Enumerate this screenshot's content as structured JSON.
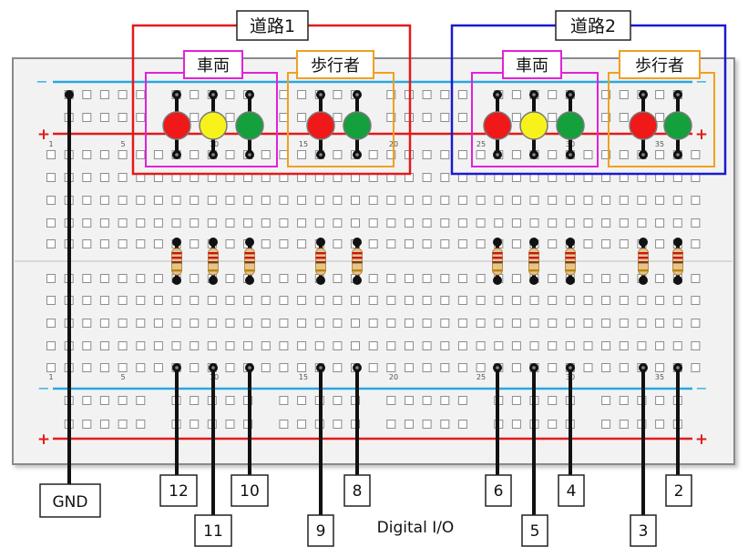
{
  "groups": [
    {
      "id": "road1",
      "title": "道路1",
      "color": "#e21a1a"
    },
    {
      "id": "road2",
      "title": "道路2",
      "color": "#1a1ad0"
    }
  ],
  "subgroups": {
    "vehicle": "車両",
    "pedestrian": "歩行者",
    "vehicle_color": "#e022d8",
    "pedestrian_color": "#f0a020"
  },
  "rail": {
    "minus": "−",
    "plus": "+"
  },
  "column_numbers": [
    "1",
    "5",
    "10",
    "15",
    "20",
    "25",
    "30",
    "35"
  ],
  "led_colors": {
    "red": "#f01818",
    "yellow": "#f7f21a",
    "green": "#14a03c"
  },
  "leds": [
    {
      "id": "r1-veh-red",
      "color": "red"
    },
    {
      "id": "r1-veh-yellow",
      "color": "yellow"
    },
    {
      "id": "r1-veh-green",
      "color": "green"
    },
    {
      "id": "r1-ped-red",
      "color": "red"
    },
    {
      "id": "r1-ped-green",
      "color": "green"
    },
    {
      "id": "r2-veh-red",
      "color": "red"
    },
    {
      "id": "r2-veh-yellow",
      "color": "yellow"
    },
    {
      "id": "r2-veh-green",
      "color": "green"
    },
    {
      "id": "r2-ped-red",
      "color": "red"
    },
    {
      "id": "r2-ped-green",
      "color": "green"
    }
  ],
  "pins": [
    "12",
    "11",
    "10",
    "9",
    "8",
    "6",
    "5",
    "4",
    "3",
    "2"
  ],
  "gnd_label": "GND",
  "digital_io_label": "Digital I/O"
}
